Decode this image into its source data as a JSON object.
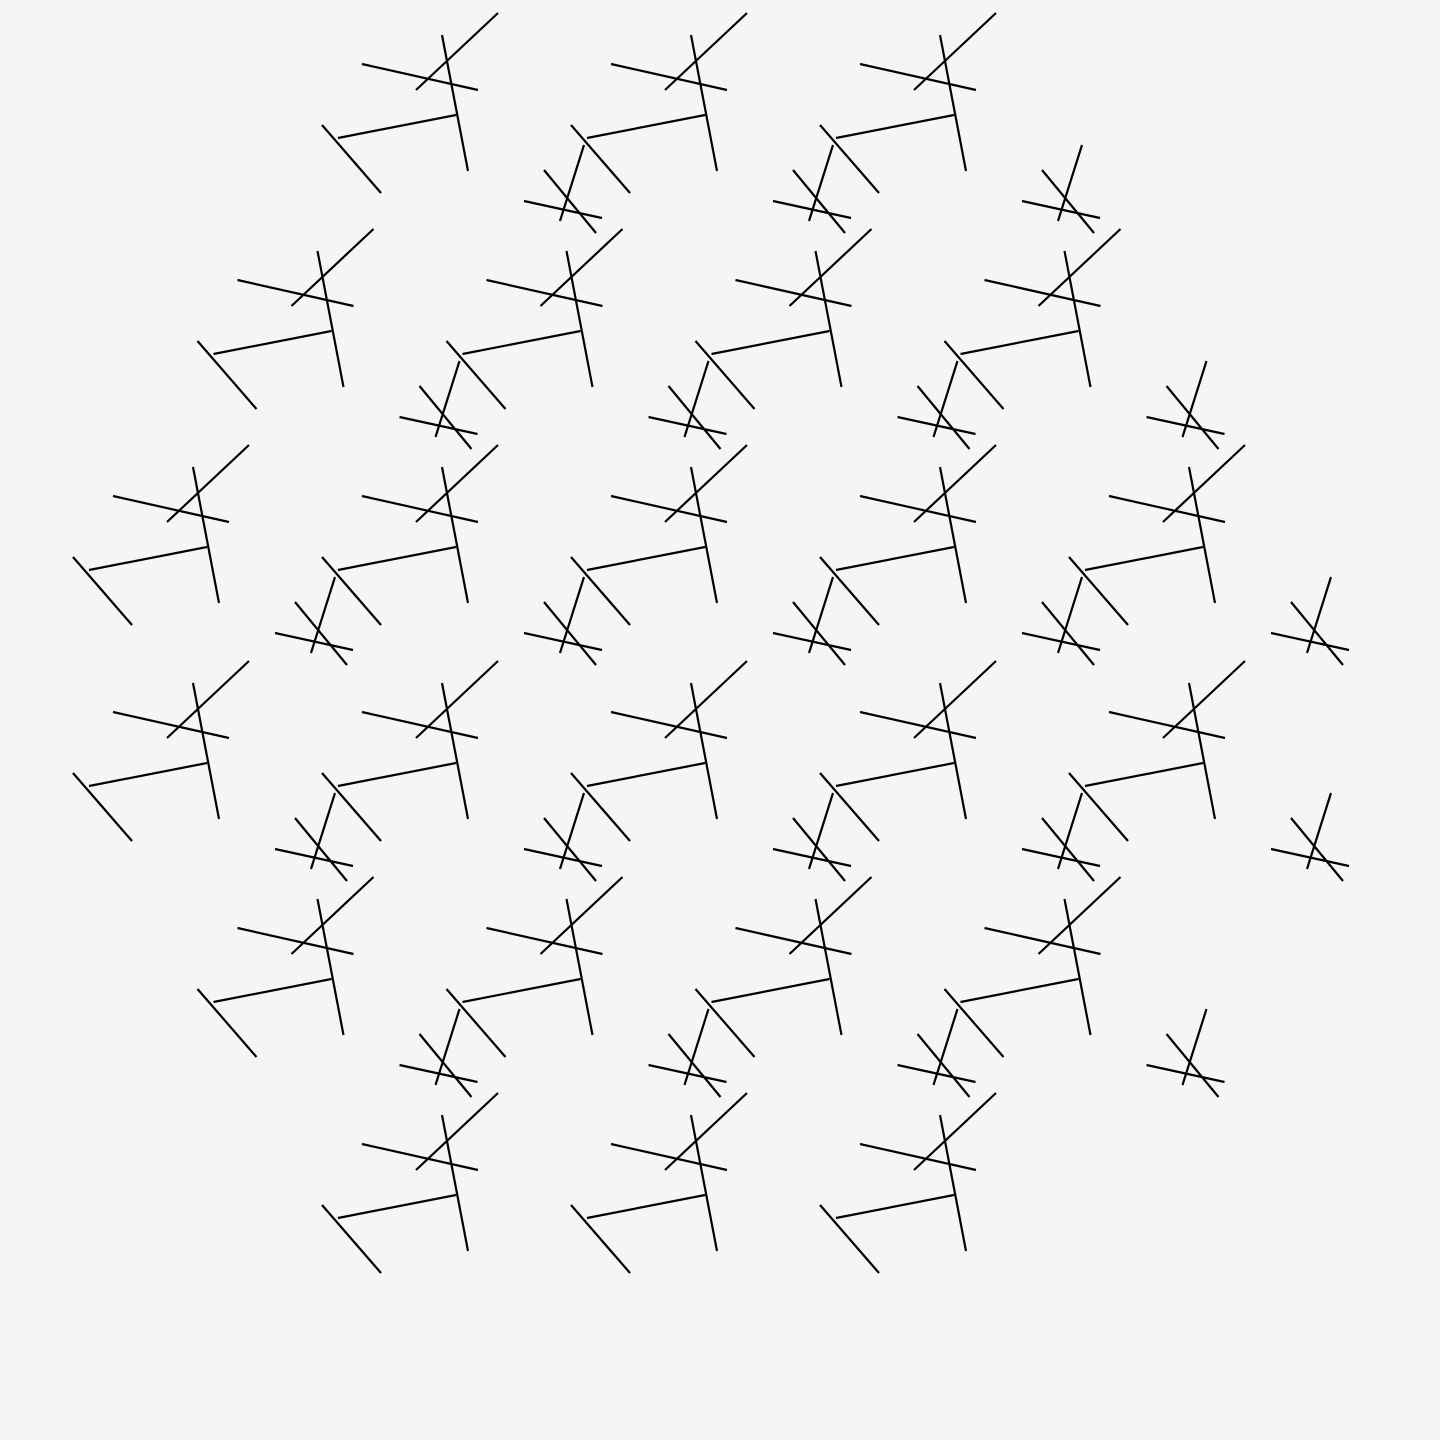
{
  "colors": {
    "background": "#f5f5f5",
    "stroke": "#000000"
  },
  "pattern": {
    "motif": "triangle-pinwheel",
    "motif_rows": [
      3,
      4,
      5,
      5,
      4,
      3
    ]
  }
}
